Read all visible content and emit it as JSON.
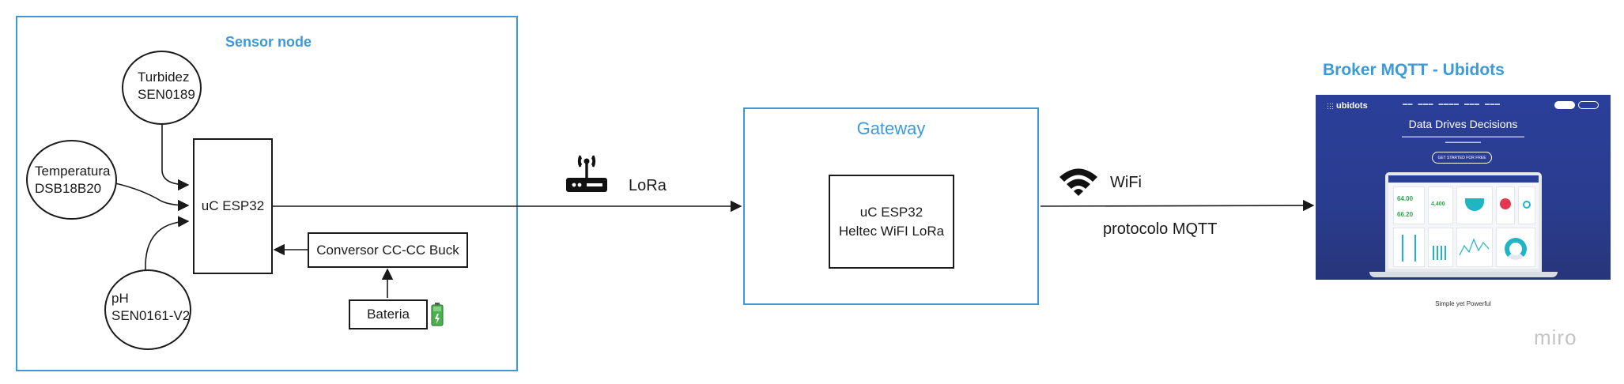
{
  "sensor_node": {
    "title": "Sensor node",
    "sensors": {
      "turbidez": [
        "Turbidez",
        "SEN0189"
      ],
      "temperatura": [
        "Temperatura",
        "DSB18B20"
      ],
      "ph": [
        "pH",
        "SEN0161-V2"
      ]
    },
    "mcu": "uC ESP32",
    "converter": "Conversor CC-CC Buck",
    "battery": "Bateria"
  },
  "link_lora": "LoRa",
  "gateway": {
    "title": "Gateway",
    "mcu_line1": "uC ESP32",
    "mcu_line2": "Heltec WiFI LoRa"
  },
  "link_wifi": "WiFi",
  "link_protocol": "protocolo MQTT",
  "broker": {
    "title": "Broker MQTT - Ubidots",
    "screenshot": {
      "brand": "ubidots",
      "hero_title": "Data Drives Decisions",
      "cta": "GET STARTED FOR FREE",
      "widget_values": [
        "64.00",
        "66.20",
        "4,400"
      ],
      "footer": "Simple yet Powerful"
    }
  },
  "watermark": "miro",
  "colors": {
    "accent_blue": "#3d9ad8",
    "ubidots_blue": "#2a3f9a",
    "ink": "#1a1a1a"
  },
  "icons": [
    "router-antenna-icon",
    "battery-icon",
    "wifi-icon"
  ]
}
